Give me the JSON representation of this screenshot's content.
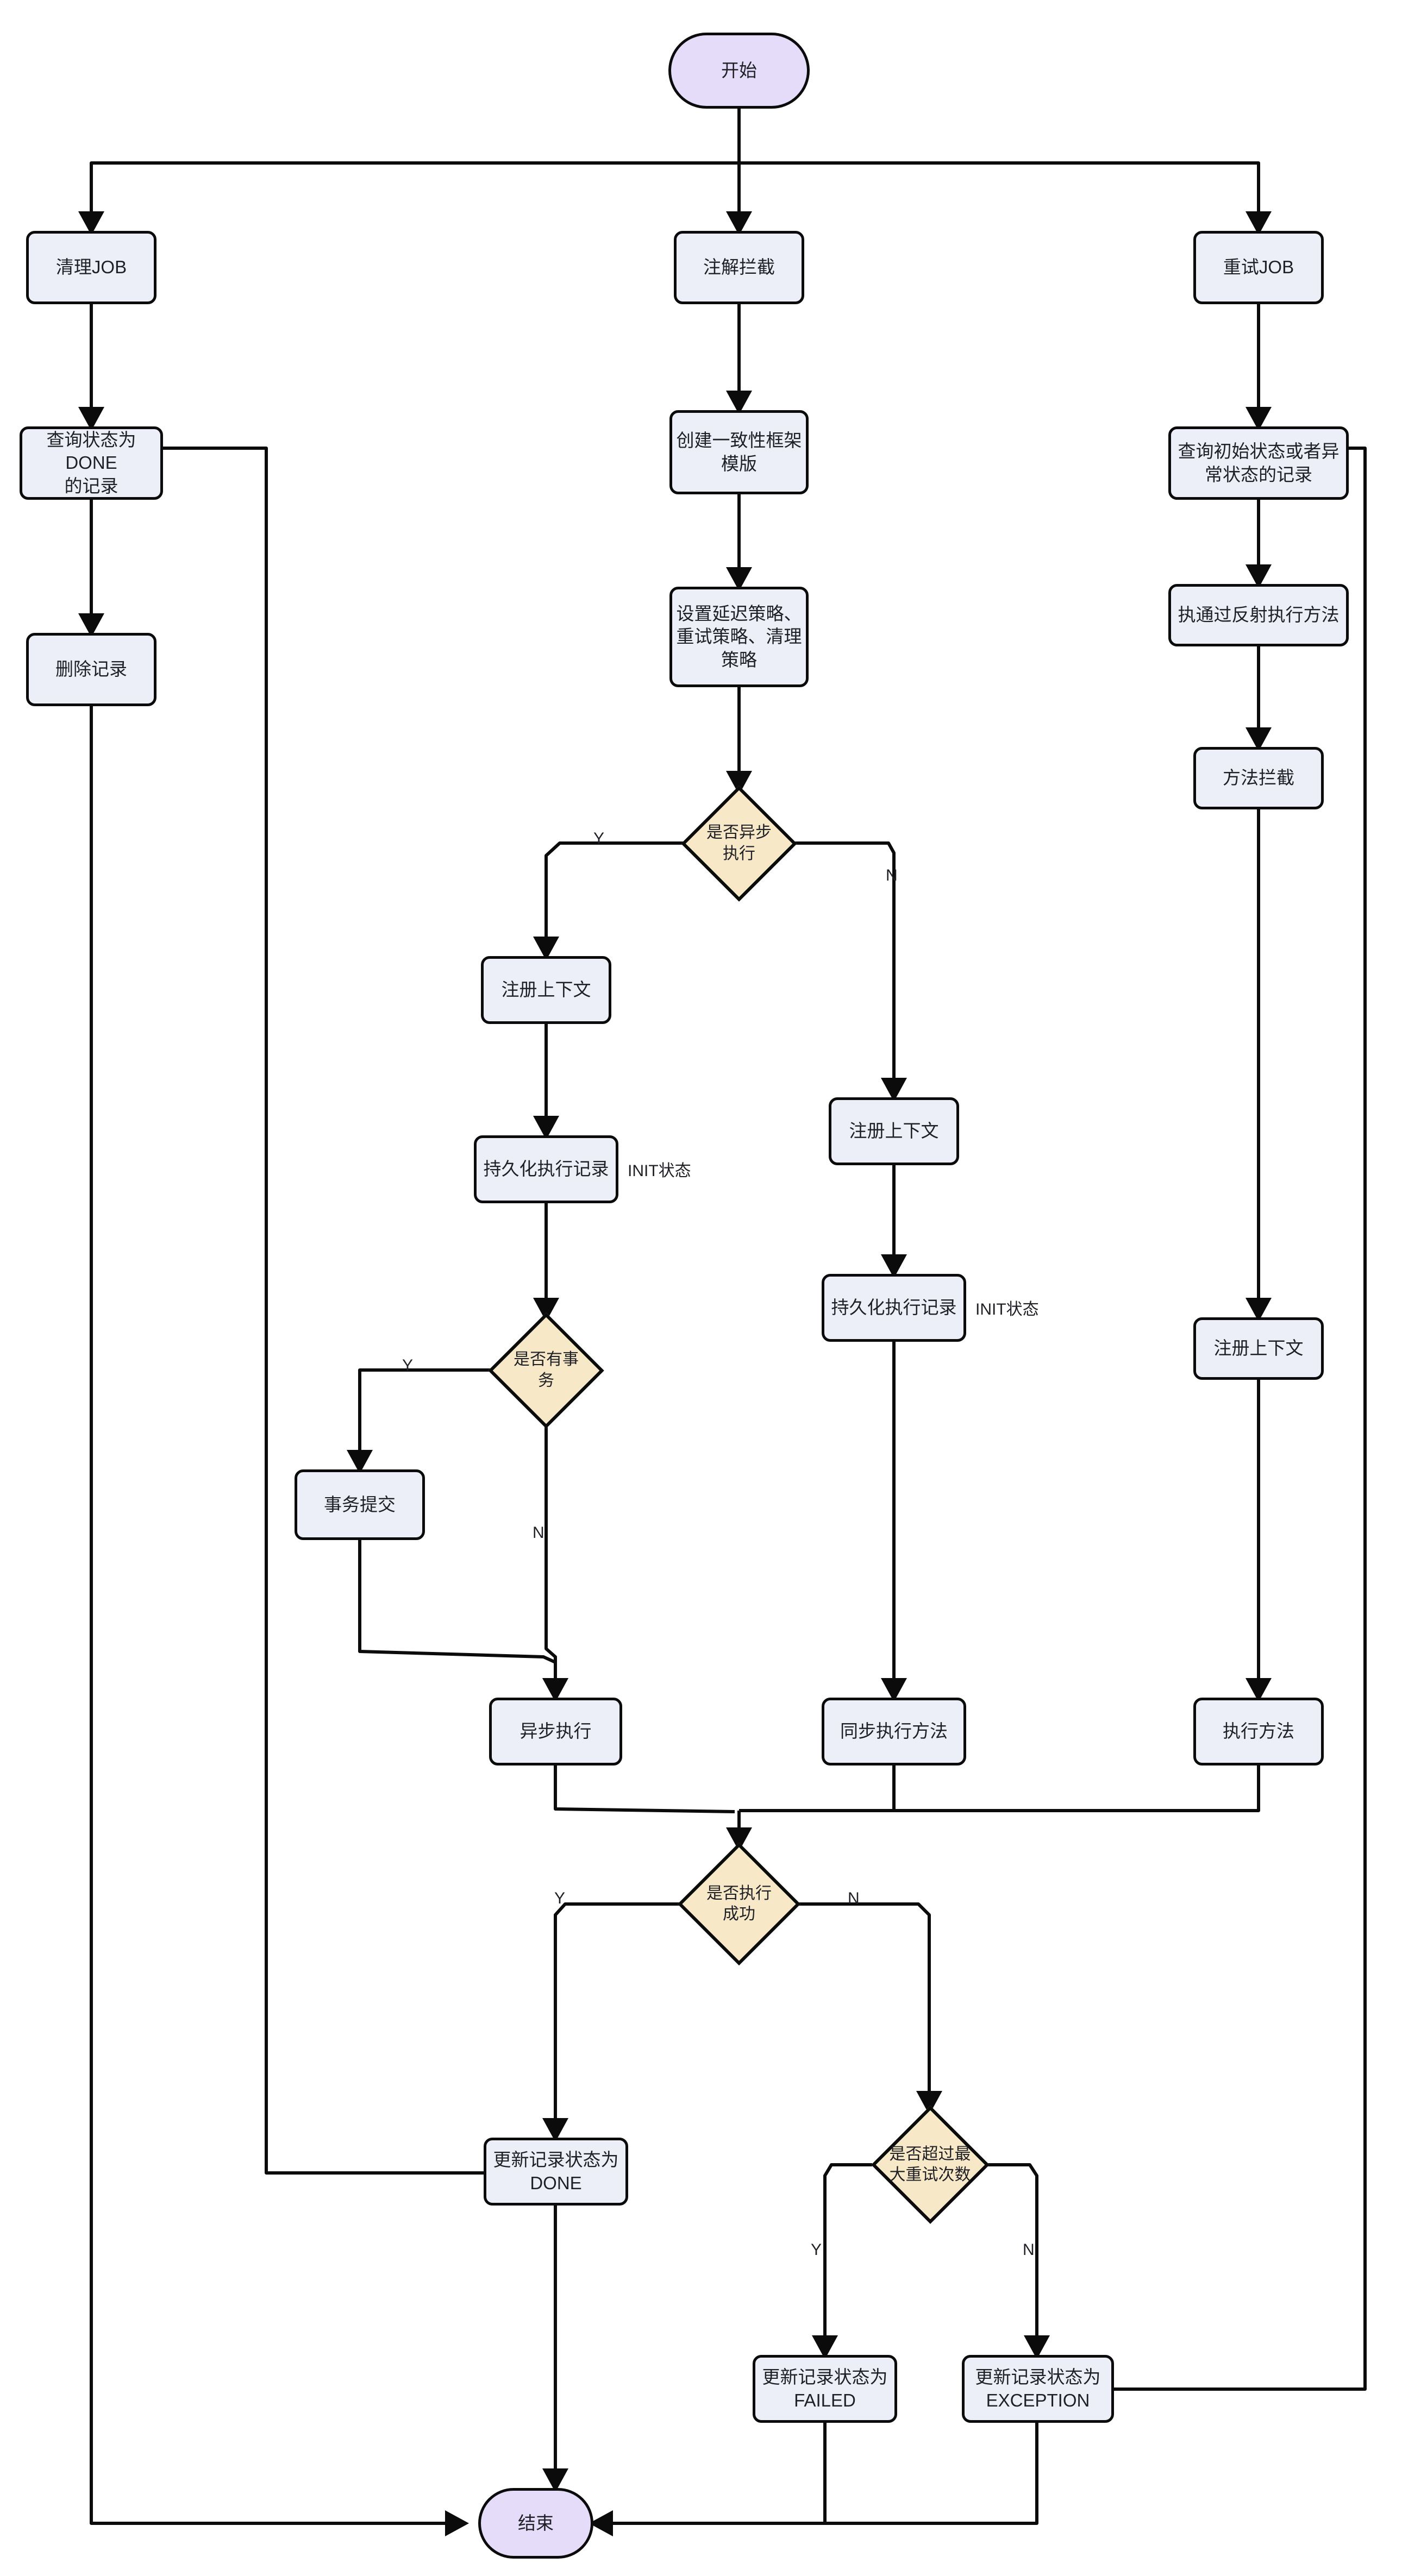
{
  "diagram": {
    "type": "flowchart",
    "orientation": "top-to-bottom",
    "title_visible": false,
    "colors": {
      "terminator_fill": "#e5dcfa",
      "process_fill": "#eceff8",
      "decision_fill": "#f7e9c7",
      "stroke": "#0b0b0b",
      "text": "#1f1f26",
      "background": "#ffffff"
    }
  },
  "nodes": {
    "start": "开始",
    "clean_job": "清理JOB",
    "annotation_intercept": "注解拦截",
    "retry_job": "重试JOB",
    "query_done": "查询状态为DONE\n的记录",
    "query_done_l1": "查询状态为DONE",
    "query_done_l2": "的记录",
    "delete_record": "删除记录",
    "create_template_l1": "创建一致性框架",
    "create_template_l2": "模版",
    "set_policy_l1": "设置延迟策略、",
    "set_policy_l2": "重试策略、清理",
    "set_policy_l3": "策略",
    "dec_async_l1": "是否异步",
    "dec_async_l2": "执行",
    "register_ctx_async": "注册上下文",
    "persist_record_async": "持久化执行记录",
    "dec_tx_l1": "是否有事",
    "dec_tx_l2": "务",
    "tx_commit": "事务提交",
    "async_exec": "异步执行",
    "register_ctx_sync": "注册上下文",
    "persist_record_sync": "持久化执行记录",
    "sync_exec": "同步执行方法",
    "query_init_l1": "查询初始状态或者异",
    "query_init_l2": "常状态的记录",
    "reflect_invoke": "执通过反射执行方法",
    "method_intercept": "方法拦截",
    "register_ctx_retry": "注册上下文",
    "exec_method": "执行方法",
    "dec_success_l1": "是否执行",
    "dec_success_l2": "成功",
    "dec_maxretry_l1": "是否超过最",
    "dec_maxretry_l2": "大重试次数",
    "update_done_l1": "更新记录状态为",
    "update_done_l2": "DONE",
    "update_failed_l1": "更新记录状态为",
    "update_failed_l2": "FAILED",
    "update_exception_l1": "更新记录状态为",
    "update_exception_l2": "EXCEPTION",
    "end": "结束"
  },
  "annotations": {
    "init_state_async": "INIT状态",
    "init_state_sync": "INIT状态"
  },
  "edge_labels": {
    "async_yes": "Y",
    "async_no": "N",
    "tx_yes": "Y",
    "tx_no": "N",
    "success_yes": "Y",
    "success_no": "N",
    "maxretry_yes": "Y",
    "maxretry_no": "N"
  },
  "chart_data": {
    "type": "diagram",
    "edges": [
      {
        "from": "start",
        "to": "clean_job",
        "label": ""
      },
      {
        "from": "start",
        "to": "annotation_intercept",
        "label": ""
      },
      {
        "from": "start",
        "to": "retry_job",
        "label": ""
      },
      {
        "from": "clean_job",
        "to": "query_done",
        "label": ""
      },
      {
        "from": "query_done",
        "to": "delete_record",
        "label": ""
      },
      {
        "from": "delete_record",
        "to": "end",
        "label": ""
      },
      {
        "from": "annotation_intercept",
        "to": "create_template",
        "label": ""
      },
      {
        "from": "create_template",
        "to": "set_policy",
        "label": ""
      },
      {
        "from": "set_policy",
        "to": "dec_async",
        "label": ""
      },
      {
        "from": "dec_async",
        "to": "register_ctx_async",
        "label": "Y"
      },
      {
        "from": "dec_async",
        "to": "register_ctx_sync",
        "label": "N"
      },
      {
        "from": "register_ctx_async",
        "to": "persist_record_async",
        "label": ""
      },
      {
        "from": "persist_record_async",
        "to": "dec_tx",
        "label": ""
      },
      {
        "from": "dec_tx",
        "to": "tx_commit",
        "label": "Y"
      },
      {
        "from": "dec_tx",
        "to": "async_exec",
        "label": "N"
      },
      {
        "from": "tx_commit",
        "to": "async_exec",
        "label": ""
      },
      {
        "from": "async_exec",
        "to": "dec_success",
        "label": ""
      },
      {
        "from": "register_ctx_sync",
        "to": "persist_record_sync",
        "label": ""
      },
      {
        "from": "persist_record_sync",
        "to": "sync_exec",
        "label": ""
      },
      {
        "from": "sync_exec",
        "to": "dec_success",
        "label": ""
      },
      {
        "from": "retry_job",
        "to": "query_init",
        "label": ""
      },
      {
        "from": "query_init",
        "to": "reflect_invoke",
        "label": ""
      },
      {
        "from": "reflect_invoke",
        "to": "method_intercept",
        "label": ""
      },
      {
        "from": "method_intercept",
        "to": "register_ctx_retry",
        "label": ""
      },
      {
        "from": "register_ctx_retry",
        "to": "exec_method",
        "label": ""
      },
      {
        "from": "exec_method",
        "to": "dec_success",
        "label": ""
      },
      {
        "from": "dec_success",
        "to": "update_done",
        "label": "Y"
      },
      {
        "from": "dec_success",
        "to": "dec_maxretry",
        "label": "N"
      },
      {
        "from": "dec_maxretry",
        "to": "update_failed",
        "label": "Y"
      },
      {
        "from": "dec_maxretry",
        "to": "update_exception",
        "label": "N"
      },
      {
        "from": "update_done",
        "to": "end",
        "label": ""
      },
      {
        "from": "update_done",
        "to": "query_done",
        "label": ""
      },
      {
        "from": "update_failed",
        "to": "end",
        "label": ""
      },
      {
        "from": "update_exception",
        "to": "end",
        "label": ""
      },
      {
        "from": "update_exception",
        "to": "query_init",
        "label": ""
      }
    ]
  }
}
